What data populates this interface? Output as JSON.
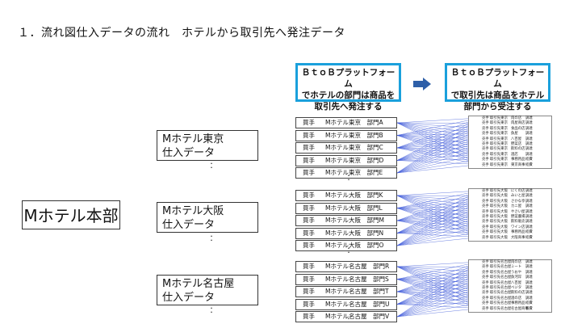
{
  "title": "１．流れ図仕入データの流れ　ホテルから取引先へ発注データ",
  "headquarters": "Mホテル本部",
  "platform_left": [
    "ＢｔｏＢプラットフォーム",
    "でホテルの部門は商品を",
    "取引先へ発注する"
  ],
  "platform_right": [
    "ＢｔｏＢプラットフォーム",
    "で取引先は商品をホテル",
    "部門から受注する"
  ],
  "hotels": [
    {
      "lines": [
        "Mホテル東京",
        "仕入データ"
      ]
    },
    {
      "lines": [
        "Mホテル大阪",
        "仕入データ"
      ]
    },
    {
      "lines": [
        "Mホテル名古屋",
        "仕入データ"
      ]
    }
  ],
  "dept_groups": [
    {
      "rows": [
        {
          "kind": "買手",
          "hotel": "Mホテル東京",
          "dept": "部門A"
        },
        {
          "kind": "買手",
          "hotel": "Mホテル東京",
          "dept": "部門B"
        },
        {
          "kind": "買手",
          "hotel": "Mホテル東京",
          "dept": "部門C"
        },
        {
          "kind": "買手",
          "hotel": "Mホテル東京",
          "dept": "部門D"
        },
        {
          "kind": "買手",
          "hotel": "Mホテル東京",
          "dept": "部門E"
        }
      ]
    },
    {
      "rows": [
        {
          "kind": "買手",
          "hotel": "Mホテル大阪",
          "dept": "部門K"
        },
        {
          "kind": "買手",
          "hotel": "Mホテル大阪",
          "dept": "部門L"
        },
        {
          "kind": "買手",
          "hotel": "Mホテル大阪",
          "dept": "部門M"
        },
        {
          "kind": "買手",
          "hotel": "Mホテル大阪",
          "dept": "部門N"
        },
        {
          "kind": "買手",
          "hotel": "Mホテル大阪",
          "dept": "部門O"
        }
      ]
    },
    {
      "rows": [
        {
          "kind": "買手",
          "hotel": "Mホテル名古屋",
          "dept": "部門R"
        },
        {
          "kind": "買手",
          "hotel": "Mホテル名古屋",
          "dept": "部門S"
        },
        {
          "kind": "買手",
          "hotel": "Mホテル名古屋",
          "dept": "部門T"
        },
        {
          "kind": "買手",
          "hotel": "Mホテル名古屋",
          "dept": "部門U"
        },
        {
          "kind": "買手",
          "hotel": "Mホテル名古屋",
          "dept": "部門V"
        }
      ]
    }
  ],
  "supplier_groups": [
    {
      "rows": [
        {
          "a": "売手",
          "b": "取引先東京",
          "c": "肉の店",
          "d": "調達"
        },
        {
          "a": "売手",
          "b": "取引先東京",
          "c": "肉屋商店",
          "d": "調達"
        },
        {
          "a": "売手",
          "b": "取引先東京",
          "c": "食品の店",
          "d": "調達"
        },
        {
          "a": "売手",
          "b": "取引先東京",
          "c": "魚屋",
          "d": "調達"
        },
        {
          "a": "売手",
          "b": "取引先東京",
          "c": "八百屋",
          "d": "調達"
        },
        {
          "a": "売手",
          "b": "取引先東京",
          "c": "野菜店",
          "d": "調達"
        },
        {
          "a": "売手",
          "b": "取引先東京",
          "c": "飲料の店",
          "d": "調達"
        },
        {
          "a": "売手",
          "b": "取引先東京",
          "c": "酒店",
          "d": "調達"
        },
        {
          "a": "売手",
          "b": "取引先東京",
          "c": "事務用品",
          "d": "経費"
        },
        {
          "a": "売手",
          "b": "取引先東京",
          "c": "東京商事",
          "d": "経費"
        }
      ]
    },
    {
      "rows": [
        {
          "a": "売手",
          "b": "取引先大阪",
          "c": "にくの店",
          "d": "調達"
        },
        {
          "a": "売手",
          "b": "取引先大阪",
          "c": "みいと屋",
          "d": "調達"
        },
        {
          "a": "売手",
          "b": "取引先大阪",
          "c": "さかな亭",
          "d": "調達"
        },
        {
          "a": "売手",
          "b": "取引先大阪",
          "c": "カニ屋",
          "d": "調達"
        },
        {
          "a": "売手",
          "b": "取引先大阪",
          "c": "やさい屋",
          "d": "調達"
        },
        {
          "a": "売手",
          "b": "取引先大阪",
          "c": "野菜農場",
          "d": "調達"
        },
        {
          "a": "売手",
          "b": "取引先大阪",
          "c": "飲料販売",
          "d": "調達"
        },
        {
          "a": "売手",
          "b": "取引先大阪",
          "c": "ワイン店",
          "d": "調達"
        },
        {
          "a": "売手",
          "b": "取引先大阪",
          "c": "事務用品",
          "d": "経費"
        },
        {
          "a": "売手",
          "b": "取引先大阪",
          "c": "大阪商事",
          "d": "経費"
        }
      ]
    },
    {
      "rows": [
        {
          "a": "売手",
          "b": "取引先名古屋",
          "c": "肉の店",
          "d": "調達"
        },
        {
          "a": "売手",
          "b": "取引先名古屋",
          "c": "ミート",
          "d": "調達"
        },
        {
          "a": "売手",
          "b": "取引先名古屋",
          "c": "うおや",
          "d": "調達"
        },
        {
          "a": "売手",
          "b": "取引先名古屋",
          "c": "魚河岸",
          "d": "調達"
        },
        {
          "a": "売手",
          "b": "取引先名古屋",
          "c": "八百屋",
          "d": "調達"
        },
        {
          "a": "売手",
          "b": "取引先名古屋",
          "c": "ベジタ",
          "d": "調達"
        },
        {
          "a": "売手",
          "b": "取引先名古屋",
          "c": "飲料の店",
          "d": "調達"
        },
        {
          "a": "売手",
          "b": "取引先名古屋",
          "c": "酒の店",
          "d": "調達"
        },
        {
          "a": "売手",
          "b": "取引先名古屋",
          "c": "事務用品",
          "d": "経費"
        },
        {
          "a": "売手",
          "b": "取引先名古屋",
          "c": "名古屋商事",
          "d": "経費"
        }
      ]
    }
  ],
  "colors": {
    "platform_border": "#1aa0dc",
    "arrow": "#2e5fa8",
    "connector": "#3a56d8"
  }
}
